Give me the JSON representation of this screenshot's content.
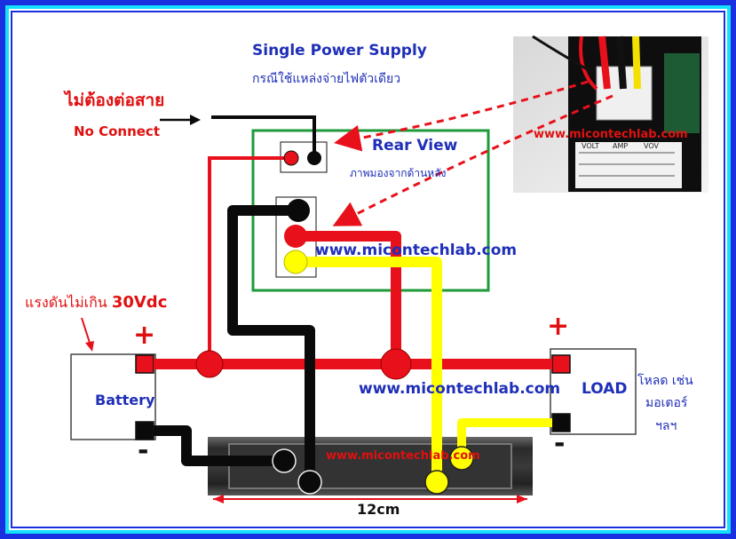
{
  "title": "Single Power Supply",
  "subtitle_thai": "กรณีใช้แหล่งจ่ายไฟตัวเดียว",
  "no_connect_thai": "ไม่ต้องต่อสาย",
  "no_connect": "No Connect",
  "rear_view": "Rear View",
  "rear_view_thai": "ภาพมองจากด้านหลัง",
  "watermark": "www.micontechlab.com",
  "voltage_limit_thai": "แรงดันไม่เกิน",
  "voltage_limit_value": "30Vdc",
  "battery_label": "Battery",
  "load_label": "LOAD",
  "load_note_lines": [
    "โหลด เช่น",
    "มอเตอร์",
    "ฯลฯ"
  ],
  "plus_sign": "+",
  "minus_sign": "-",
  "shunt_length": "12cm",
  "photo_labels": [
    "VOLT",
    "AMP",
    "VOV"
  ],
  "colors": {
    "frame_blue": "#1a2fe0",
    "frame_cyan": "#16e0ff",
    "wire_red": "#e8101a",
    "wire_black": "#0a0a0a",
    "wire_yellow": "#ffff00",
    "panel_green": "#1e9a3a",
    "text_blue": "#1f2fb8",
    "text_red": "#e01010"
  }
}
